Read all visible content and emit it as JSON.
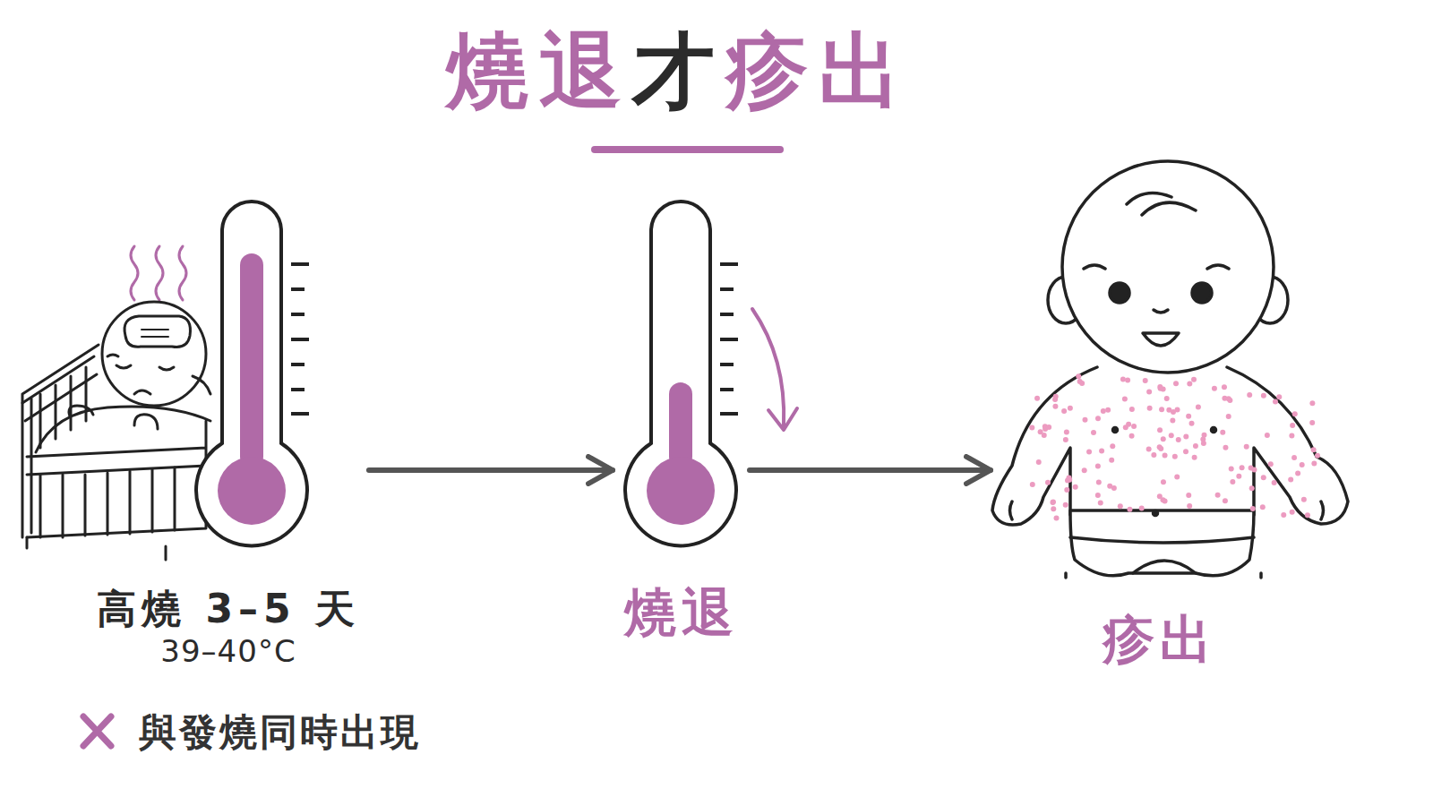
{
  "diagram": {
    "title": "燒退才疹出",
    "nodes": [
      {
        "text": [
          "高燒 3–5 天",
          "39–40°C"
        ]
      },
      {
        "text": [
          "燒退"
        ]
      },
      {
        "text": [
          "疹出"
        ]
      }
    ],
    "edges": [
      {
        "from": 0,
        "to": 1,
        "arrow": "to"
      },
      {
        "from": 1,
        "to": 2,
        "arrow": "to"
      }
    ],
    "labels": [
      "與發燒同時出現"
    ]
  }
}
